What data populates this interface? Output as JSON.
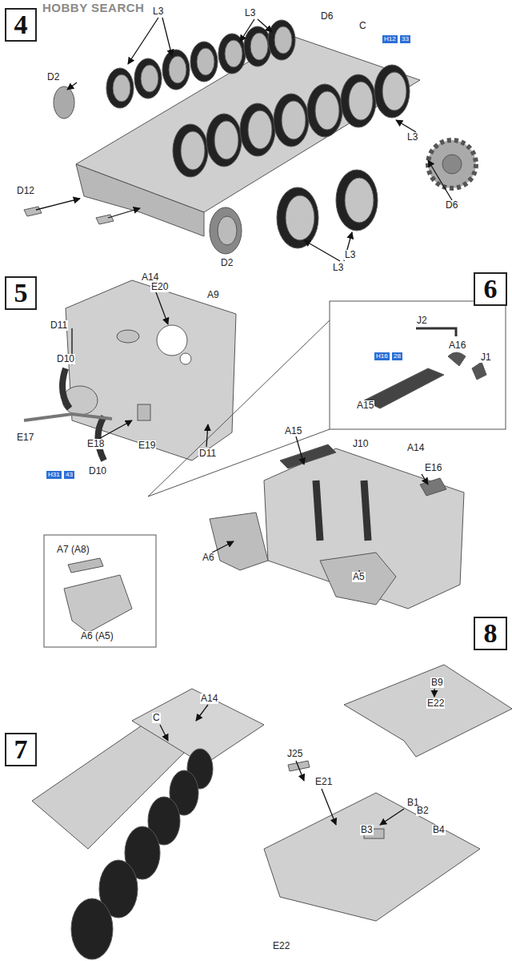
{
  "diagram": {
    "nodes": [
      {
        "text": [
          "4"
        ]
      },
      {
        "text": [
          "5"
        ]
      },
      {
        "text": [
          "6"
        ]
      },
      {
        "text": [
          "8"
        ]
      },
      {
        "text": [
          "7"
        ]
      }
    ],
    "edges": [],
    "labels": [
      "HOBBY SEARCH",
      "L3",
      "L3",
      "D6",
      "C",
      "H12",
      "33",
      "D2",
      "L3",
      "D6",
      "D12",
      "L3",
      "D2",
      "L3",
      "A14",
      "E20",
      "A9",
      "D11",
      "D10",
      "E17",
      "E18",
      "H31",
      "43",
      "D10",
      "E19",
      "D11",
      "J2",
      "A16",
      "J1",
      "H16",
      "28",
      "A15",
      "A15",
      "J10",
      "A14",
      "E16",
      "A6",
      "A5",
      "A7 (A8)",
      "A6 (A5)",
      "B9",
      "E22",
      "A14",
      "C",
      "J25",
      "E21",
      "B1",
      "B2",
      "B3",
      "B4",
      "E22"
    ]
  }
}
